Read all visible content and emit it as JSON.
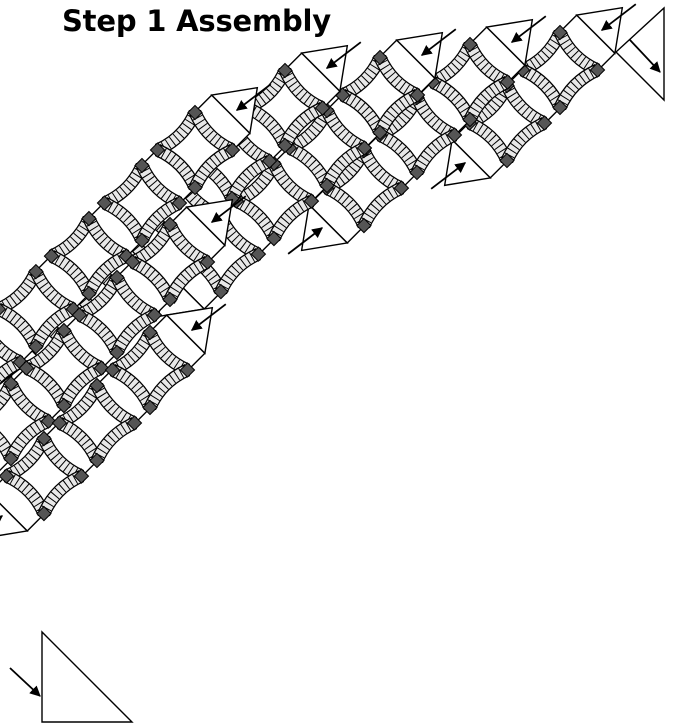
{
  "title": "Step 1 Assembly",
  "colors": {
    "background": "#ffffff",
    "stroke": "#000000",
    "arc_fill": "#e8e8e8",
    "arc_dark": "#555555",
    "connector": "#555555"
  },
  "block": {
    "rings_per_block": 4,
    "arc_pattern": "double-wedding-ring",
    "setting": "on-point"
  },
  "rows": [
    {
      "row": 1,
      "blocks": 2,
      "end_triangles": 2,
      "arrows": 2
    },
    {
      "row": 2,
      "blocks": 3,
      "end_triangles": 2,
      "arrows": 2
    },
    {
      "row": 3,
      "blocks": 4,
      "end_triangles": 2,
      "arrows": 2
    },
    {
      "row": 4,
      "blocks": 5,
      "end_triangles": 2,
      "arrows": 2
    },
    {
      "row": 5,
      "blocks": 5,
      "end_triangles": 2,
      "arrows": 2
    },
    {
      "row": 6,
      "blocks": 4,
      "end_triangles": 2,
      "arrows": 2
    },
    {
      "row": 7,
      "blocks": 3,
      "end_triangles": 2,
      "arrows": 2
    },
    {
      "row": 8,
      "blocks": 0,
      "end_triangles": 1,
      "arrows": 1
    }
  ]
}
